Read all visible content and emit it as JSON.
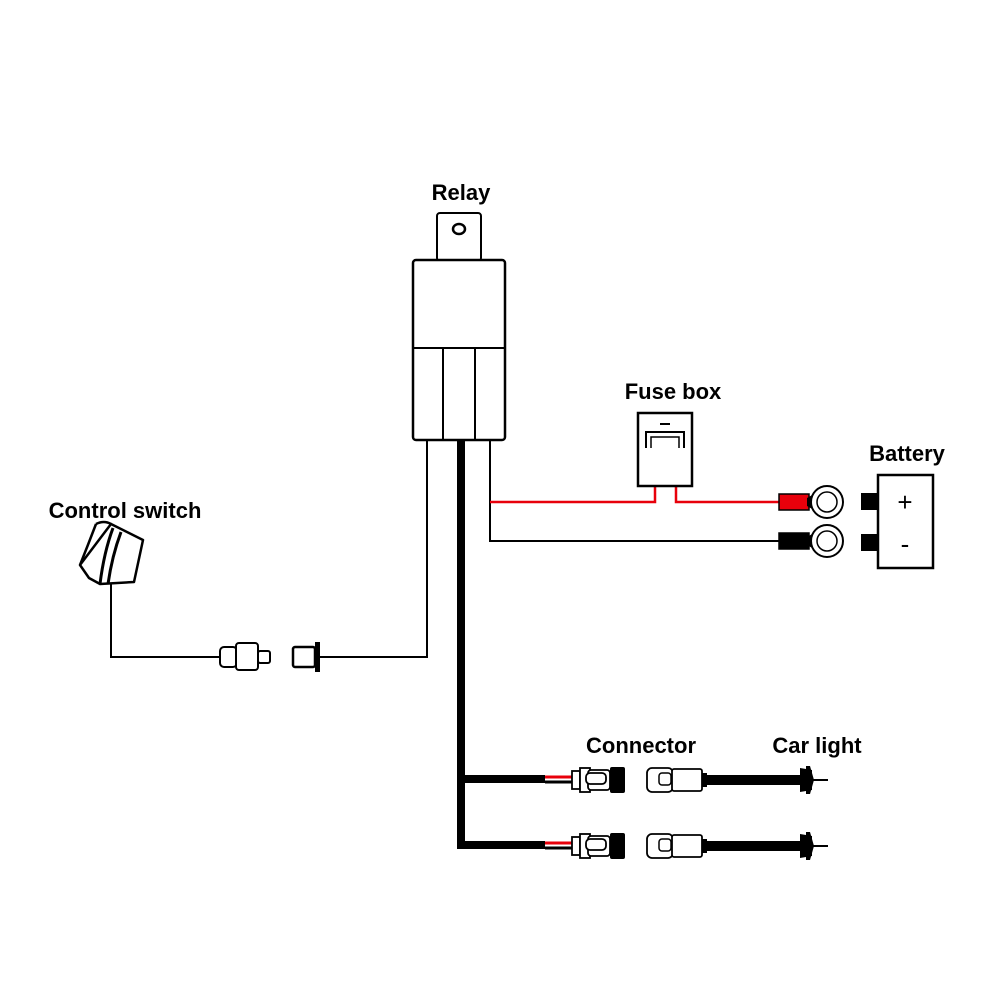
{
  "labels": {
    "relay": "Relay",
    "fuse_box": "Fuse box",
    "battery": "Battery",
    "control_switch": "Control switch",
    "connector": "Connector",
    "car_light": "Car light"
  },
  "battery": {
    "plus_symbol": "+",
    "minus_symbol": "-"
  },
  "colors": {
    "wire_positive": "#e8000b",
    "wire_negative": "#000000",
    "outline": "#000000",
    "background": "#ffffff"
  },
  "icons": [
    "relay-icon",
    "fuse-box-icon",
    "battery-icon",
    "control-switch-icon",
    "ring-terminal-icon",
    "bullet-connector-icon",
    "car-light-plug-icon"
  ]
}
